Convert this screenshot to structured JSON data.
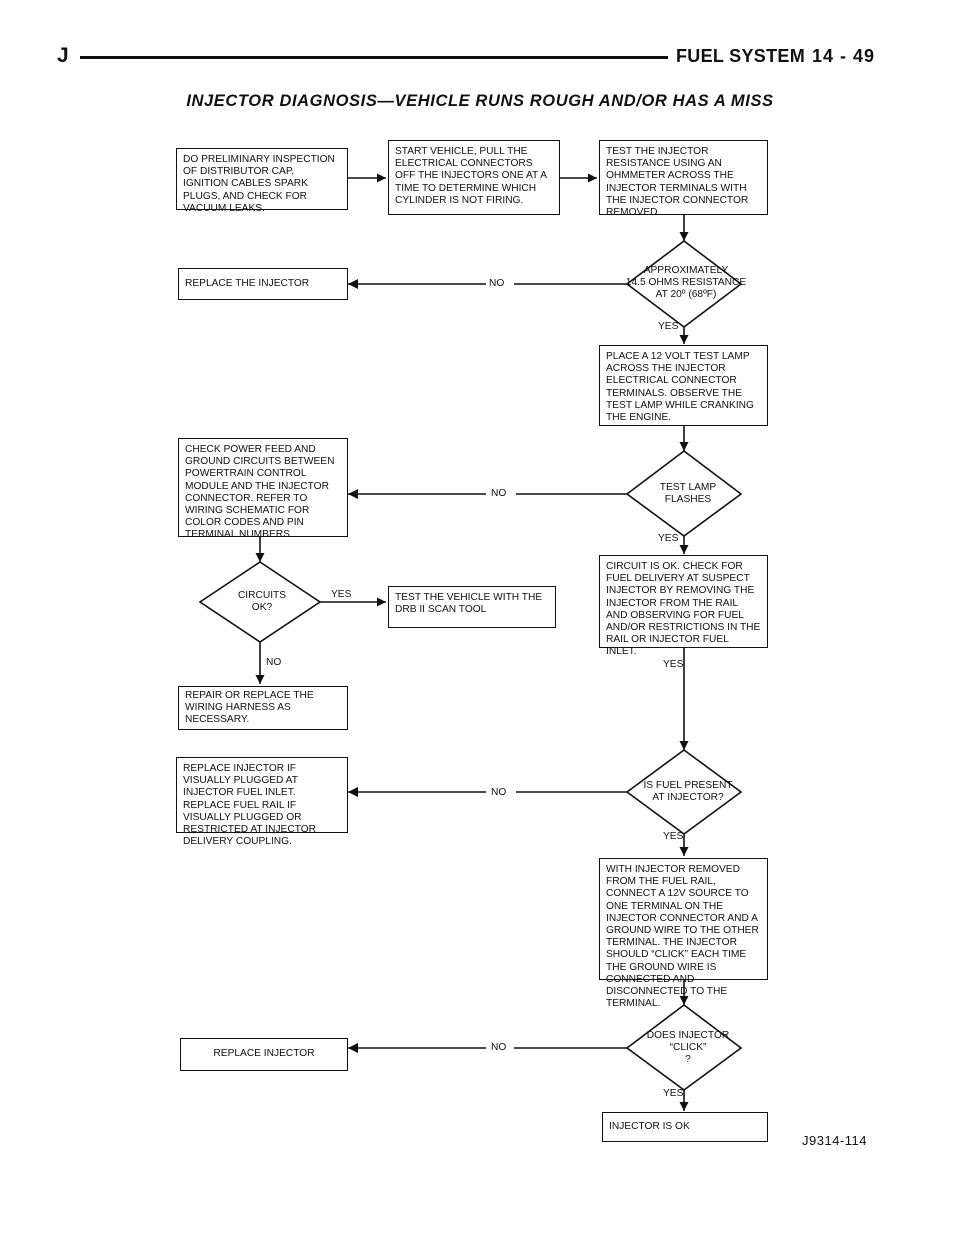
{
  "header": {
    "letter": "J",
    "section": "FUEL SYSTEM",
    "page": "14 - 49"
  },
  "title": "INJECTOR DIAGNOSIS—VEHICLE RUNS ROUGH AND/OR HAS A MISS",
  "boxes": {
    "preliminary": "DO PRELIMINARY INSPECTION OF DISTRIBUTOR CAP, IGNITION CABLES SPARK PLUGS, AND CHECK FOR VACUUM LEAKS.",
    "start_vehicle": "START VEHICLE, PULL THE ELECTRICAL CONNECTORS OFF THE INJECTORS ONE AT A TIME TO DETERMINE WHICH CYLINDER IS NOT FIRING.",
    "test_resistance": "TEST THE INJECTOR RESISTANCE USING AN OHMMETER ACROSS THE INJECTOR TERMINALS WITH THE INJECTOR CONNECTOR REMOVED.",
    "replace_injector_1": "REPLACE THE INJECTOR",
    "test_lamp": "PLACE A 12 VOLT TEST LAMP ACROSS THE INJECTOR ELECTRICAL CONNECTOR TERMINALS. OBSERVE THE TEST LAMP WHILE CRANKING THE ENGINE.",
    "check_power": "CHECK POWER FEED AND GROUND CIRCUITS BETWEEN POWERTRAIN CONTROL MODULE AND THE INJECTOR CONNECTOR. REFER TO WIRING SCHEMATIC FOR COLOR CODES AND PIN TERMINAL NUMBERS.",
    "circuit_ok": "CIRCUIT IS OK. CHECK FOR FUEL DELIVERY AT SUSPECT INJECTOR BY REMOVING THE INJECTOR FROM THE RAIL AND OBSERVING FOR FUEL AND/OR RESTRICTIONS IN THE RAIL OR INJECTOR FUEL INLET.",
    "drb_test": "TEST THE VEHICLE WITH THE DRB II SCAN TOOL",
    "repair_wiring": "REPAIR OR REPLACE THE WIRING HARNESS AS NECESSARY.",
    "replace_plugged": "REPLACE INJECTOR IF VISUALLY PLUGGED AT INJECTOR FUEL INLET.\nREPLACE FUEL RAIL IF VISUALLY PLUGGED OR RESTRICTED AT INJECTOR DELIVERY COUPLING.",
    "with_injector": "WITH INJECTOR REMOVED FROM THE FUEL RAIL, CONNECT A 12V SOURCE TO ONE TERMINAL ON THE INJECTOR CONNECTOR AND A GROUND WIRE TO THE OTHER TERMINAL. THE INJECTOR SHOULD “CLICK” EACH TIME THE GROUND WIRE IS CONNECTED AND DISCONNECTED TO THE TERMINAL.",
    "replace_injector_2": "REPLACE INJECTOR",
    "injector_ok": "INJECTOR IS OK"
  },
  "decisions": {
    "resistance": "APPROXIMATELY\n14.5 OHMS RESISTANCE\nAT 20º (68ºF)",
    "lamp_flashes": "TEST LAMP\nFLASHES",
    "circuits_ok": "CIRCUITS\nOK?",
    "fuel_present": "IS FUEL PRESENT\nAT INJECTOR?",
    "click": "DOES INJECTOR\n“CLICK”\n?"
  },
  "labels": {
    "yes": "YES",
    "no": "NO"
  },
  "figure_id": "J9314-114"
}
